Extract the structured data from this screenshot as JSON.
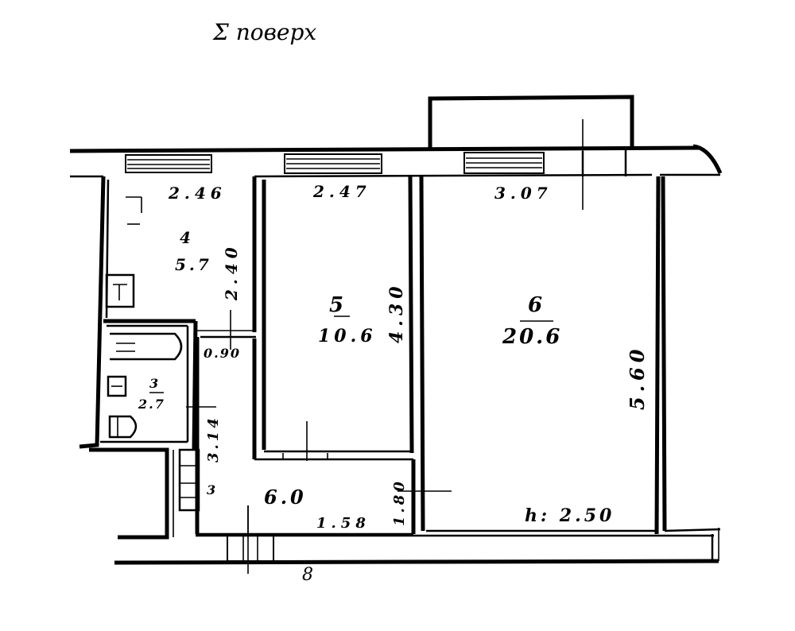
{
  "title": "Σ поверх",
  "rooms": [
    {
      "id": "4",
      "number": "4",
      "area": "5.7",
      "dims": [
        "2.46",
        "2.40"
      ]
    },
    {
      "id": "5",
      "number": "5",
      "area": "10.6",
      "dims": [
        "2.47",
        "4.30"
      ]
    },
    {
      "id": "6",
      "number": "6",
      "area": "20.6",
      "dims": [
        "3.07",
        "5.60"
      ]
    },
    {
      "id": "3",
      "number": "3",
      "area": "2.7",
      "dims": []
    },
    {
      "id": "hall",
      "number": "",
      "area": "6.0",
      "dims": [
        "3.14",
        "1.58",
        "1.80",
        "0.90"
      ]
    }
  ],
  "labels": {
    "width_4": "2.46",
    "width_5": "2.47",
    "width_6": "3.07",
    "height_4": "2.40",
    "height_5": "4.30",
    "height_6": "5.60",
    "room4_no": "4",
    "room4_area": "5.7",
    "room5_no": "5",
    "room5_area": "10.6",
    "room6_no": "6",
    "room6_area": "20.6",
    "room3_no": "3",
    "room3_area": "2.7",
    "hall_area": "6.0",
    "hall_len": "3.14",
    "hall_width": "1.58",
    "door_090": "0.90",
    "side_180": "1.80",
    "small_3": "3",
    "ceiling": "h: 2.50",
    "bottom_mark": "8"
  }
}
